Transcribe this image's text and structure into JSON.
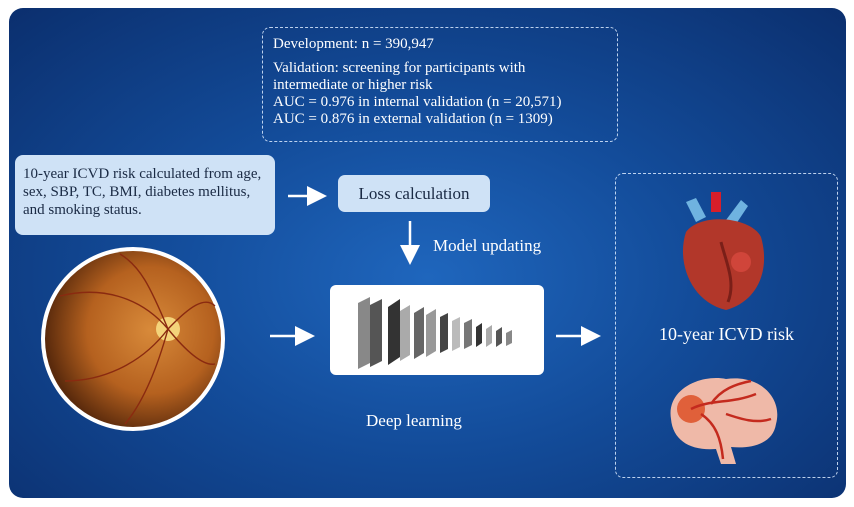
{
  "validation_box": {
    "development": "Development: n = 390,947",
    "validation_line1": "Validation: screening for participants with",
    "validation_line2": "intermediate or higher risk",
    "auc_internal": "AUC = 0.976 in internal validation (n = 20,571)",
    "auc_external": "AUC = 0.876 in external validation (n = 1309)"
  },
  "input_box": {
    "text": "10-year ICVD risk calculated from age, sex, SBP, TC, BMI, diabetes mellitus, and smoking status."
  },
  "loss": {
    "label": "Loss calculation"
  },
  "model_updating": {
    "label": "Model updating"
  },
  "deep_learning": {
    "label": "Deep learning"
  },
  "output": {
    "label": "10-year ICVD risk"
  },
  "colors": {
    "panel": "#134c9a",
    "box_fill": "#cfe2f6",
    "text_dark": "#1a2a44"
  }
}
